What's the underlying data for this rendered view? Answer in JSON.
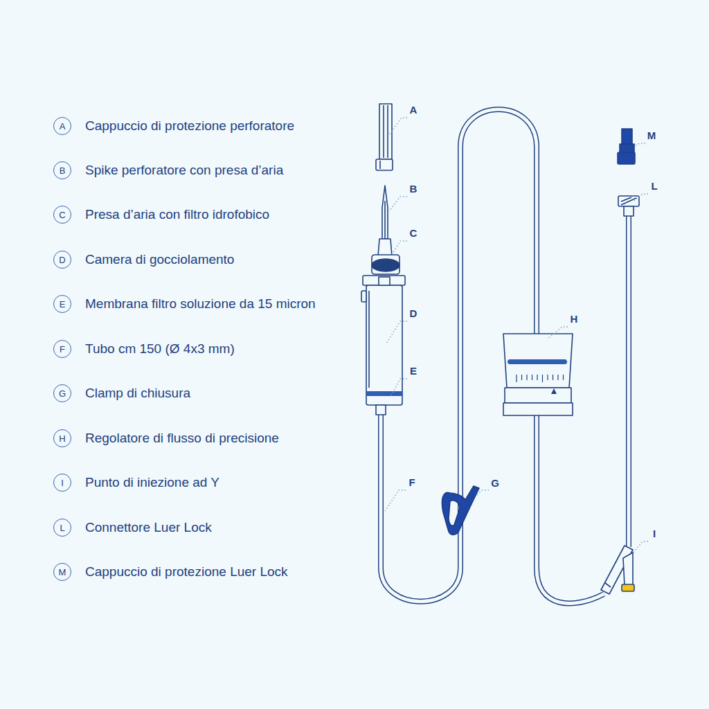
{
  "diagram": {
    "nodes": [
      {
        "text": [
          "A",
          "Cappuccio di protezione perforatore"
        ]
      },
      {
        "text": [
          "B",
          "Spike perforatore con presa d’aria"
        ]
      },
      {
        "text": [
          "C",
          "Presa d’aria con filtro idrofobico"
        ]
      },
      {
        "text": [
          "D",
          "Camera di gocciolamento"
        ]
      },
      {
        "text": [
          "E",
          "Membrana filtro soluzione da 15 micron"
        ]
      },
      {
        "text": [
          "F",
          "Tubo cm 150 (Ø 4x3 mm)"
        ]
      },
      {
        "text": [
          "G",
          "Clamp di chiusura"
        ]
      },
      {
        "text": [
          "H",
          "Regolatore di flusso di precisione"
        ]
      },
      {
        "text": [
          "I",
          "Punto di iniezione ad Y"
        ]
      },
      {
        "text": [
          "L",
          "Connettore Luer Lock"
        ]
      },
      {
        "text": [
          "M",
          "Cappuccio di protezione Luer Lock"
        ]
      }
    ],
    "labels": [
      "A",
      "B",
      "C",
      "D",
      "E",
      "F",
      "G",
      "H",
      "I",
      "L",
      "M"
    ]
  }
}
